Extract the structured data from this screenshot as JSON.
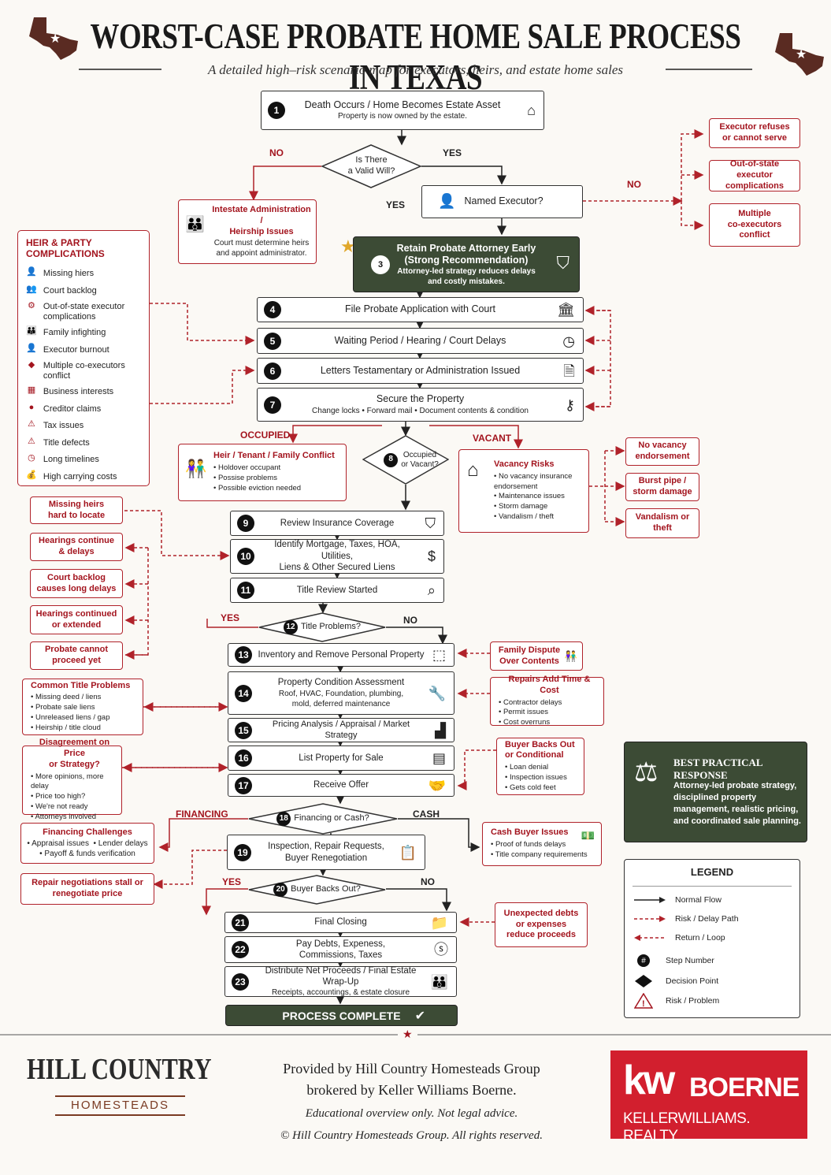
{
  "header": {
    "title": "WORST-CASE PROBATE HOME SALE PROCESS IN TEXAS",
    "subtitle": "A detailed high–risk scenario map for executors, heirs, and estate home sales"
  },
  "steps": {
    "s1": {
      "num": "1",
      "title": "Death Occurs / Home Becomes Estate Asset",
      "sub": "Property is now owned by the estate."
    },
    "s3": {
      "num": "3",
      "title": "Retain Probate Attorney Early",
      "title2": "(Strong Recommendation)",
      "sub": "Attorney-led strategy reduces delays",
      "sub2": "and costly mistakes."
    },
    "s4": {
      "num": "4",
      "title": "File Probate Application with Court"
    },
    "s5": {
      "num": "5",
      "title": "Waiting Period / Hearing / Court Delays"
    },
    "s6": {
      "num": "6",
      "title": "Letters Testamentary or Administration Issued"
    },
    "s7": {
      "num": "7",
      "title": "Secure the Property",
      "sub": "Change locks  •  Forward mail  •  Document contents & condition"
    },
    "s9": {
      "num": "9",
      "title": "Review Insurance Coverage"
    },
    "s10": {
      "num": "10",
      "title": "Identify Mortgage, Taxes, HOA, Utilities,",
      "title2": "Liens & Other Secured Liens"
    },
    "s11": {
      "num": "11",
      "title": "Title Review Started"
    },
    "s13": {
      "num": "13",
      "title": "Inventory and Remove Personal Property"
    },
    "s14": {
      "num": "14",
      "title": "Property Condition Assessment",
      "sub": "Roof, HVAC, Foundation, plumbing,",
      "sub2": "mold, deferred maintenance"
    },
    "s15": {
      "num": "15",
      "title": "Pricing Analysis / Appraisal / Market Strategy"
    },
    "s16": {
      "num": "16",
      "title": "List Property for Sale"
    },
    "s17": {
      "num": "17",
      "title": "Receive Offer"
    },
    "s19": {
      "num": "19",
      "title": "Inspection, Repair Requests,",
      "title2": "Buyer Renegotiation"
    },
    "s21": {
      "num": "21",
      "title": "Final Closing"
    },
    "s22": {
      "num": "22",
      "title": "Pay Debts, Expeness,",
      "title2": "Commissions, Taxes"
    },
    "s23": {
      "num": "23",
      "title": "Distribute Net Proceeds / Final Estate Wrap-Up",
      "sub": "Receipts, accountings, & estate closure"
    },
    "complete": "PROCESS COMPLETE",
    "executor": "Named Executor?"
  },
  "decisions": {
    "d2": {
      "l1": "Is There",
      "l2": "a Valid Will?"
    },
    "d8": {
      "num": "8",
      "l1": "Occupied",
      "l2": "or Vacant?"
    },
    "d12": {
      "num": "12",
      "l1": "Title Problems?"
    },
    "d18": {
      "num": "18",
      "l1": "Financing or Cash?"
    },
    "d20": {
      "num": "20",
      "l1": "Buyer Backs Out?"
    }
  },
  "labels": {
    "no": "NO",
    "yes": "YES",
    "occupied": "OCCUPIED",
    "vacant": "VACANT",
    "financing": "FINANCING",
    "cash": "CASH"
  },
  "risks": {
    "intestate": {
      "h1": "Intestate Administration /",
      "h2": "Heirship Issues",
      "b1": "Court must determine heirs",
      "b2": "and appoint administrator."
    },
    "exec_refuse": {
      "h1": "Executor refuses",
      "h2": "or cannot serve"
    },
    "exec_oos": {
      "h1": "Out-of-state executor",
      "h2": "complications"
    },
    "exec_multi": {
      "h1": "Multiple",
      "h2": "co-executors",
      "h3": "conflict"
    },
    "heir_tenant": {
      "h": "Heir / Tenant / Family Conflict",
      "items": [
        "Holdover occupant",
        "Possise problems",
        "Possible eviction needed"
      ]
    },
    "vacancy": {
      "h": "Vacancy Risks",
      "items": [
        "No vacancy insurance endorsement",
        "Maintenance issues",
        "Storm damage",
        "Vandalism / theft"
      ]
    },
    "no_vacancy": {
      "h1": "No vacancy",
      "h2": "endorsement"
    },
    "burst": {
      "h1": "Burst pipe /",
      "h2": "storm damage"
    },
    "vandal": {
      "h1": "Vandalism or",
      "h2": "theft"
    },
    "missing": {
      "h1": "Missing heirs",
      "h2": "hard to locate"
    },
    "hearings": {
      "h1": "Hearings continue",
      "h2": "& delays"
    },
    "backlog": {
      "h1": "Court backlog",
      "h2": "causes long delays"
    },
    "hearings2": {
      "h1": "Hearings continued",
      "h2": "or extended"
    },
    "cannot": {
      "h1": "Probate cannot",
      "h2": "proceed yet"
    },
    "family_dispute": {
      "h1": "Family Dispute",
      "h2": "Over Contents"
    },
    "common_title": {
      "h": "Common Title Problems",
      "items": [
        "Missing deed / liens",
        "Probate sale liens",
        "Unreleased liens / gap",
        "Heirship / title cloud"
      ]
    },
    "repairs": {
      "h": "Repairs Add Time & Cost",
      "items": [
        "Contractor delays",
        "Permit issues",
        "Cost overruns"
      ]
    },
    "disagree": {
      "h1": "Disagreement on Price",
      "h2": "or Strategy?",
      "items": [
        "More opinions, more delay",
        "Price too high?",
        "We're not ready",
        "Attorneys involved"
      ]
    },
    "buyer_backs": {
      "h1": "Buyer Backs Out",
      "h2": "or Conditional",
      "items": [
        "Loan denial",
        "Inspection issues",
        "Gets cold feet"
      ]
    },
    "financing_ch": {
      "h": "Financing Challenges",
      "r1a": "Appraisal issues",
      "r1b": "Lender delays",
      "r2": "Payoff & funds verification"
    },
    "cash_buyer": {
      "h": "Cash Buyer Issues",
      "items": [
        "Proof of funds delays",
        "Title company requirements"
      ]
    },
    "repair_neg": {
      "h1": "Repair negotiations stall or",
      "h2": "renegotiate price"
    },
    "unexpected": {
      "h1": "Unexpected debts",
      "h2": "or expenses",
      "h3": "reduce proceeds"
    }
  },
  "sidebar": {
    "title": "HEIR & PARTY COMPLICATIONS",
    "items": [
      {
        "icon": "people-icon",
        "label": "Missing hiers"
      },
      {
        "icon": "group-icon",
        "label": "Court backlog"
      },
      {
        "icon": "gear-icon",
        "label": "Out-of-state executor complications"
      },
      {
        "icon": "family-icon",
        "label": "Family infighting"
      },
      {
        "icon": "person-icon",
        "label": "Executor burnout"
      },
      {
        "icon": "diamond-icon",
        "label": "Multiple co-executors conflict"
      },
      {
        "icon": "building-icon",
        "label": "Business interests"
      },
      {
        "icon": "coins-icon",
        "label": "Creditor claims"
      },
      {
        "icon": "warning-icon",
        "label": "Tax issues"
      },
      {
        "icon": "warning-icon",
        "label": "Title defects"
      },
      {
        "icon": "clock-icon",
        "label": "Long timelines"
      },
      {
        "icon": "money-bag-icon",
        "label": "High carrying costs"
      }
    ]
  },
  "best": {
    "title": "BEST PRACTICAL RESPONSE",
    "body": "Attorney-led probate strategy, disciplined property management, realistic pricing, and coordinated sale planning."
  },
  "legend": {
    "title": "LEGEND",
    "items": [
      "Normal Flow",
      "Risk / Delay Path",
      "Return / Loop",
      "Step Number",
      "Decision Point",
      "Risk / Problem"
    ]
  },
  "footer": {
    "logo1": "HILL COUNTRY",
    "logo2": "HOMESTEADS",
    "l1": "Provided by Hill Country Homesteads Group",
    "l2": "brokered by Keller Williams Boerne.",
    "l3": "Educational overview only. Not legal advice.",
    "l4": "© Hill Country Homesteads Group. All rights reserved.",
    "kw": "kw",
    "kw_city": "BOERNE",
    "kw_name": "KELLERWILLIAMS. REALTY"
  },
  "colors": {
    "red": "#a3141e",
    "dark_green": "#3c4b35",
    "kw_red": "#d21f2e"
  }
}
